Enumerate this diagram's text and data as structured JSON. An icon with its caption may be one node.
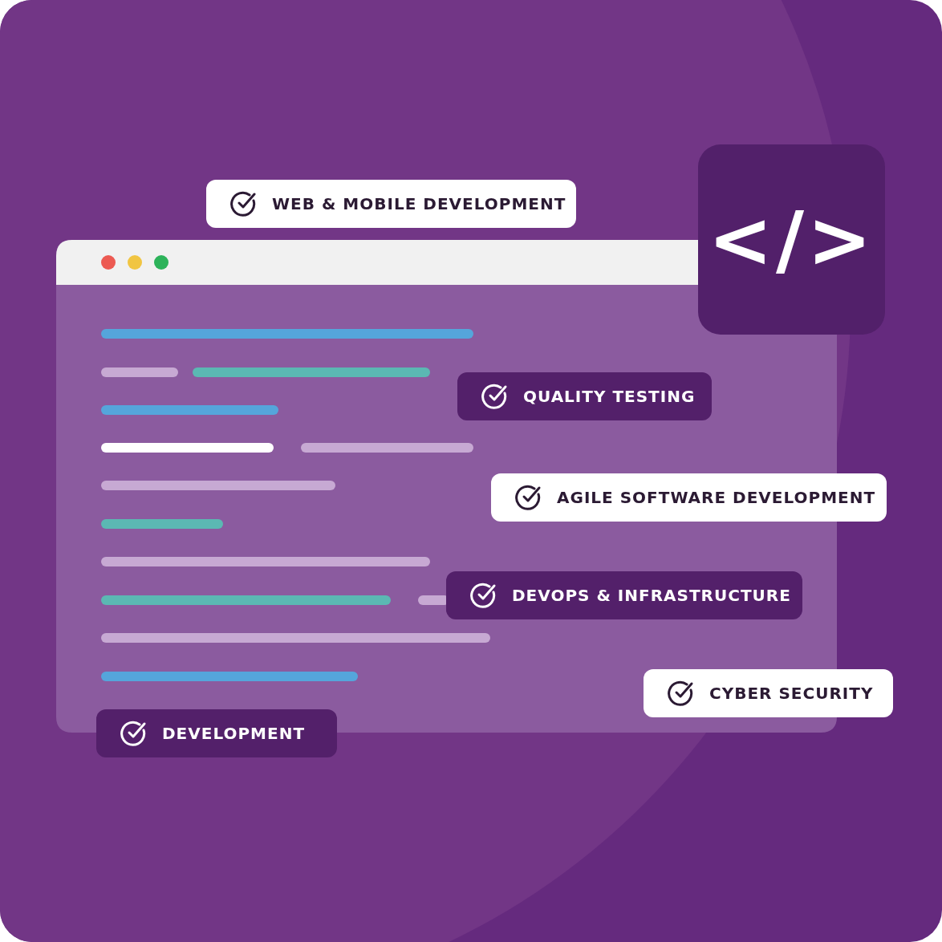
{
  "diagram": {
    "nodes": [
      {
        "text": [
          "WEB & MOBILE DEVELOPMENT"
        ]
      },
      {
        "text": [
          "QUALITY TESTING"
        ]
      },
      {
        "text": [
          "AGILE SOFTWARE DEVELOPMENT"
        ]
      },
      {
        "text": [
          "DEVOPS & INFRASTRUCTURE"
        ]
      },
      {
        "text": [
          "CYBER SECURITY"
        ]
      },
      {
        "text": [
          "DEVELOPMENT"
        ]
      },
      {
        "text": [
          "</>"
        ]
      }
    ]
  }
}
